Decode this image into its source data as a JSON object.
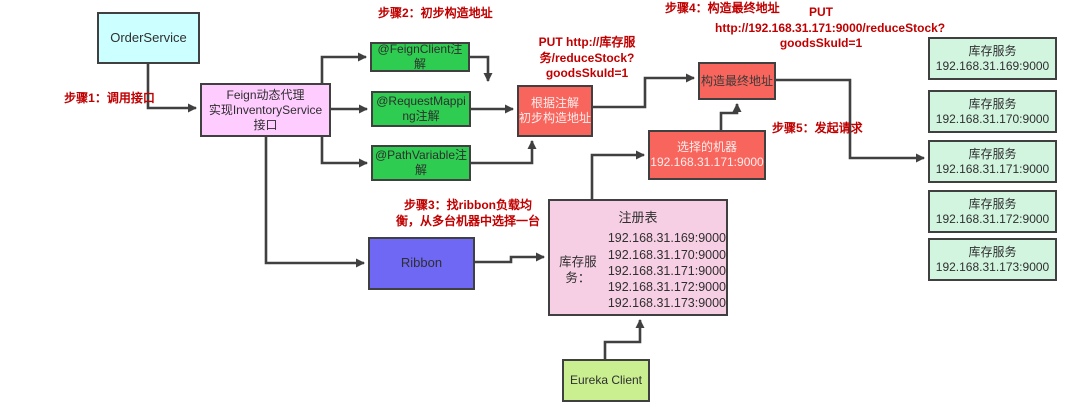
{
  "colors": {
    "outline": "#404040",
    "step_text": "#c00000",
    "order_service_fill": "#ccffff",
    "feign_fill": "#ffccff",
    "annotation_fill": "#2ecc50",
    "red_node_fill": "#f8655c",
    "registry_fill": "#f7cfe4",
    "ribbon_fill": "#6f68f4",
    "eureka_fill": "#c9ef90",
    "inventory_fill": "#d2f5e0"
  },
  "labels": {
    "step1": "步骤1：调用接口",
    "step2": "步骤2：初步构造地址",
    "step3": "步骤3：找ribbon负载均\n衡，从多台机器中选择一台",
    "step4": "步骤4：构造最终地址",
    "step5": "步骤5：发起请求",
    "put_preliminary": "PUT http://库存服务/reduceStock?\ngoodsSkuId=1",
    "put_final": "PUT\nhttp://192.168.31.171:9000/reduceStock?\ngoodsSkuId=1"
  },
  "nodes": {
    "order_service": {
      "label": "OrderService"
    },
    "feign_proxy": {
      "label": "Feign动态代理\n实现InventoryService接口"
    },
    "annotation_feign_client": {
      "label": "@FeignClient注解"
    },
    "annotation_request_mapping": {
      "label": "@RequestMapping注解"
    },
    "annotation_path_variable": {
      "label": "@PathVariable注解"
    },
    "build_preliminary": {
      "label": "根据注解\n初步构造地址"
    },
    "build_final": {
      "label": "构造最终地址"
    },
    "selected_machine": {
      "title": "选择的机器",
      "address": "192.168.31.171:9000"
    },
    "registry": {
      "title": "注册表",
      "service_label": "库存服务：",
      "instances": [
        "192.168.31.169:9000",
        "192.168.31.170:9000",
        "192.168.31.171:9000",
        "192.168.31.172:9000",
        "192.168.31.173:9000"
      ]
    },
    "ribbon": {
      "label": "Ribbon"
    },
    "eureka": {
      "label": "Eureka Client"
    },
    "inventory_services": [
      {
        "name": "库存服务",
        "address": "192.168.31.169:9000"
      },
      {
        "name": "库存服务",
        "address": "192.168.31.170:9000"
      },
      {
        "name": "库存服务",
        "address": "192.168.31.171:9000"
      },
      {
        "name": "库存服务",
        "address": "192.168.31.172:9000"
      },
      {
        "name": "库存服务",
        "address": "192.168.31.173:9000"
      }
    ]
  }
}
